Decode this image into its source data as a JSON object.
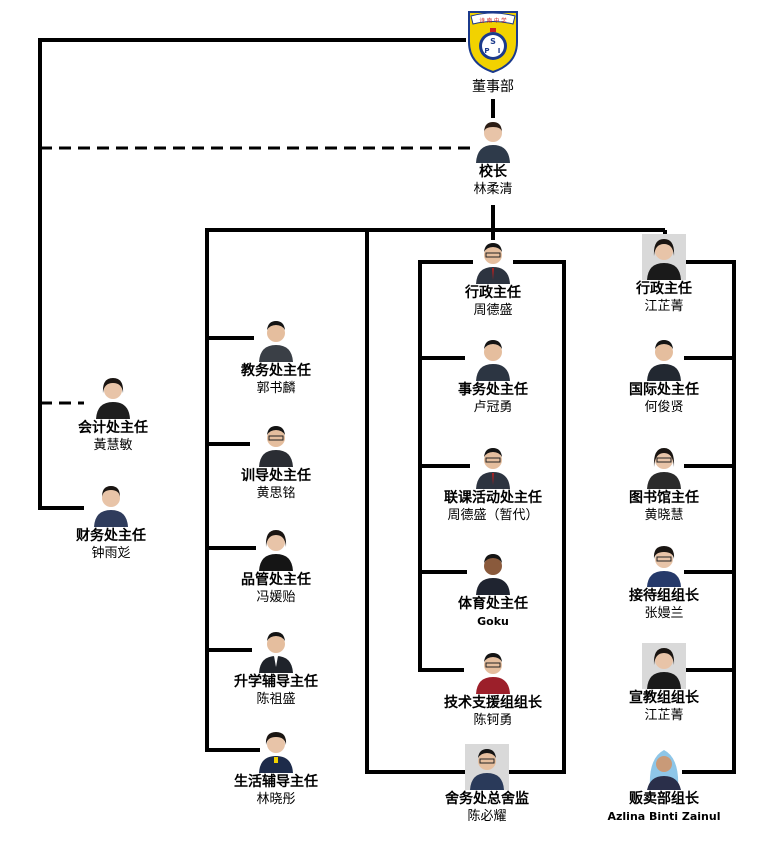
{
  "board": {
    "label": "董事部"
  },
  "crest": {
    "letters": [
      "S",
      "P",
      "I"
    ],
    "banner": "诗 南 中 学"
  },
  "principal": {
    "title": "校长",
    "name": "林柔清"
  },
  "left": [
    {
      "title": "会计处主任",
      "name": "黃慧敏"
    },
    {
      "title": "财务处主任",
      "name": "钟雨彣"
    }
  ],
  "col1": [
    {
      "title": "教务处主任",
      "name": "郭书麟"
    },
    {
      "title": "训导处主任",
      "name": "黄思铭"
    },
    {
      "title": "品管处主任",
      "name": "冯媛贻"
    },
    {
      "title": "升学辅导主任",
      "name": "陈祖盛"
    },
    {
      "title": "生活辅导主任",
      "name": "林晓彤"
    }
  ],
  "col2": [
    {
      "title": "行政主任",
      "name": "周德盛"
    },
    {
      "title": "事务处主任",
      "name": "卢冠勇"
    },
    {
      "title": "联课活动处主任",
      "name": "周德盛（暂代）"
    },
    {
      "title": "体育处主任",
      "name": "Goku"
    },
    {
      "title": "技术支援组组长",
      "name": "陈钶勇"
    },
    {
      "title": "舍务处总舍监",
      "name": "陈必耀"
    }
  ],
  "col3": [
    {
      "title": "行政主任",
      "name": "江芷菁"
    },
    {
      "title": "国际处主任",
      "name": "何俊贤"
    },
    {
      "title": "图书馆主任",
      "name": "黄晓慧"
    },
    {
      "title": "接待组组长",
      "name": "张嫚兰"
    },
    {
      "title": "宣教组组长",
      "name": "江芷菁"
    },
    {
      "title": "贩卖部组长",
      "name": "Azlina Binti Zainul"
    }
  ],
  "colors": {
    "line": "#000000",
    "crest_yellow": "#f2d200",
    "crest_blue": "#1b3a8c",
    "crest_red": "#cc1f1f",
    "photo_bg": "#d9d9d9"
  }
}
